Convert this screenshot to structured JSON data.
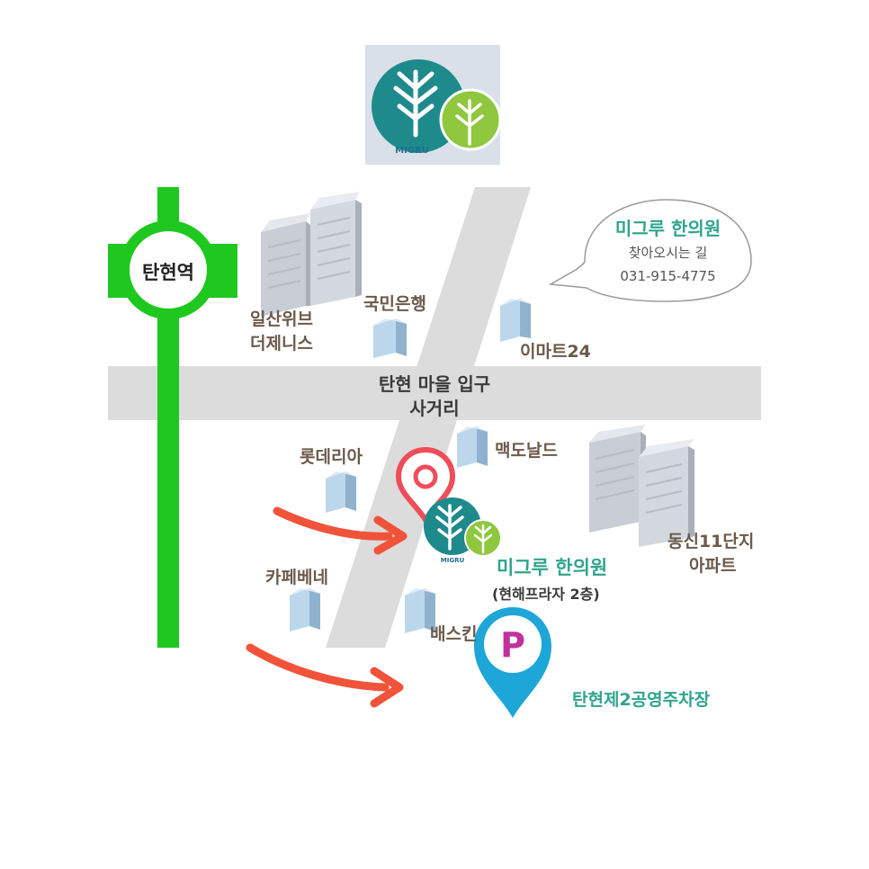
{
  "logo": {
    "text": "MIGRU"
  },
  "subway": {
    "station": "탄현역"
  },
  "intersection": {
    "line1": "탄현 마을 입구",
    "line2": "사거리"
  },
  "bubble": {
    "title": "미그루 한의원",
    "subtitle": "찾아오시는 길",
    "phone": "031-915-4775"
  },
  "landmarks": {
    "ilsan_line1": "일산위브",
    "ilsan_line2": "더제니스",
    "kookmin": "국민은행",
    "emart": "이마트24",
    "lotteria": "롯데리아",
    "mcdonalds": "맥도날드",
    "dongsin_line1": "동신11단지",
    "dongsin_line2": "아파트",
    "cafe": "카페베네",
    "baskin": "배스킨"
  },
  "clinic": {
    "name": "미그루 한의원",
    "floor": "(현해프라자 2층)",
    "mini_logo": "MIGRU"
  },
  "parking": {
    "symbol": "P",
    "name": "탄현제2공영주차장"
  },
  "colors": {
    "subway": "#1fc81f",
    "road": "#dcdcdc",
    "accent": "#2fa48e",
    "arrow": "#f0533a",
    "parking": "#1ea6d8",
    "pin": "#ef4d5a"
  }
}
